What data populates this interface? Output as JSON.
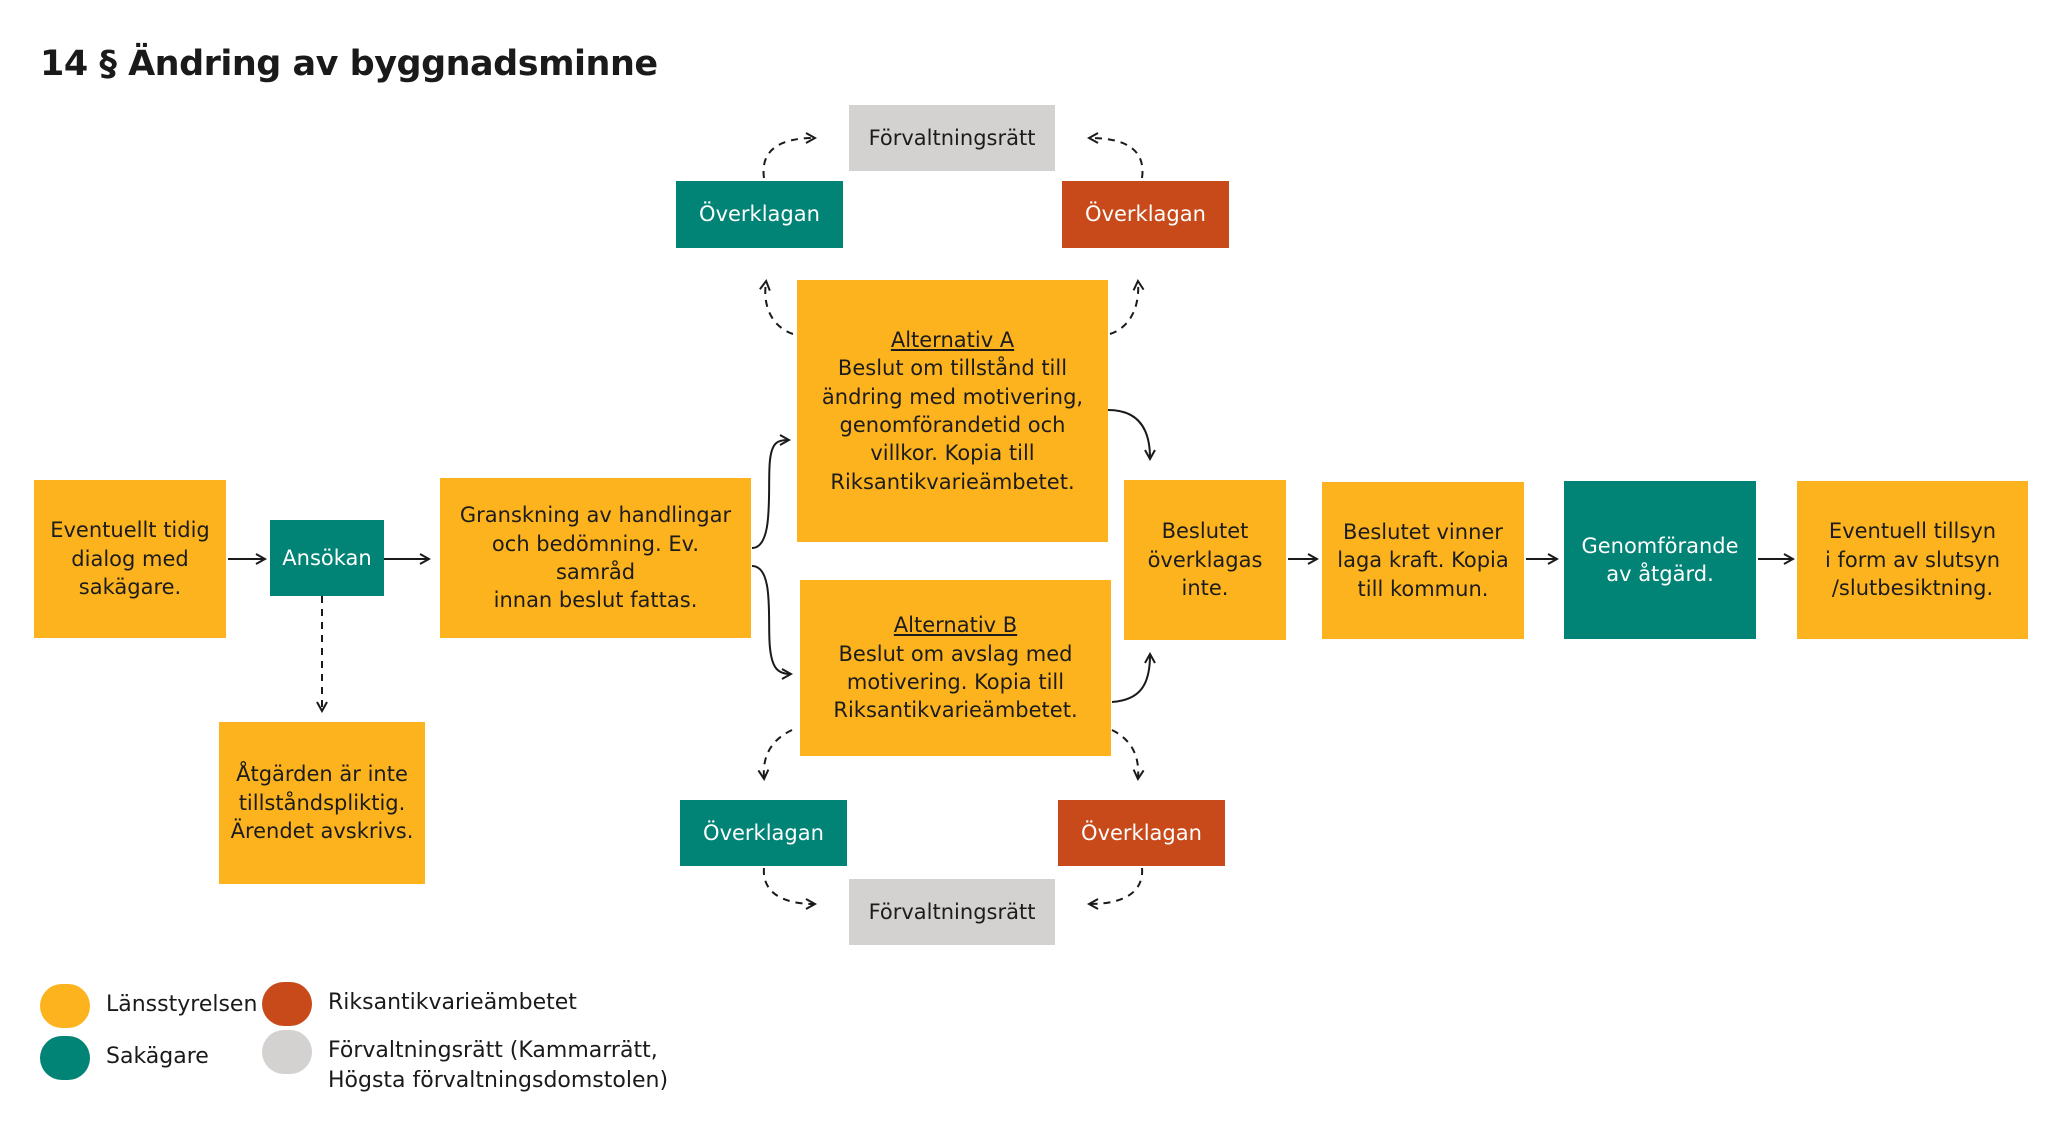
{
  "title": "14 § Ändring av byggnadsminne",
  "colors": {
    "lansstyrelsen": "#fdb31e",
    "sakagare": "#018376",
    "riksantikvarieambetet": "#c8491a",
    "forvaltningsratt": "#d4d2d1"
  },
  "steps": {
    "dialog": "Eventuellt tidig\ndialog med\nsakägare.",
    "ansokan": "Ansökan",
    "avskrivs": "Åtgärden är inte\ntillståndspliktig.\nÄrendet avskrivs.",
    "granskning": "Granskning av handlingar\noch bedömning. Ev. samråd\ninnan beslut fattas.",
    "alt_a_heading": "Alternativ A",
    "alt_a_body": "Beslut om tillstånd till\nändring med motivering,\ngenomförandetid och\nvillkor. Kopia till\nRiksantikvarieämbetet.",
    "alt_b_heading": "Alternativ B",
    "alt_b_body": "Beslut om avslag med\nmotivering. Kopia till\nRiksantikvarieämbetet.",
    "overklagas_inte": "Beslutet\növerklagas\ninte.",
    "laga_kraft": "Beslutet vinner\nlaga kraft. Kopia\ntill kommun.",
    "genomforande": "Genomförande\nav åtgärd.",
    "tillsyn": "Eventuell tillsyn\ni form av slutsyn\n/slutbesiktning."
  },
  "appeals": {
    "top_left": "Överklagan",
    "top_right": "Överklagan",
    "top_court": "Förvaltningsrätt",
    "bottom_left": "Överklagan",
    "bottom_right": "Överklagan",
    "bottom_court": "Förvaltningsrätt"
  },
  "legend": [
    {
      "label": "Länsstyrelsen",
      "color": "#fdb31e"
    },
    {
      "label": "Sakägare",
      "color": "#018376"
    },
    {
      "label": "Riksantikvarieämbetet",
      "color": "#c8491a"
    },
    {
      "label": "Förvaltningsrätt (Kammarrätt,\nHögsta förvaltningsdomstolen)",
      "color": "#d4d2d1"
    }
  ]
}
